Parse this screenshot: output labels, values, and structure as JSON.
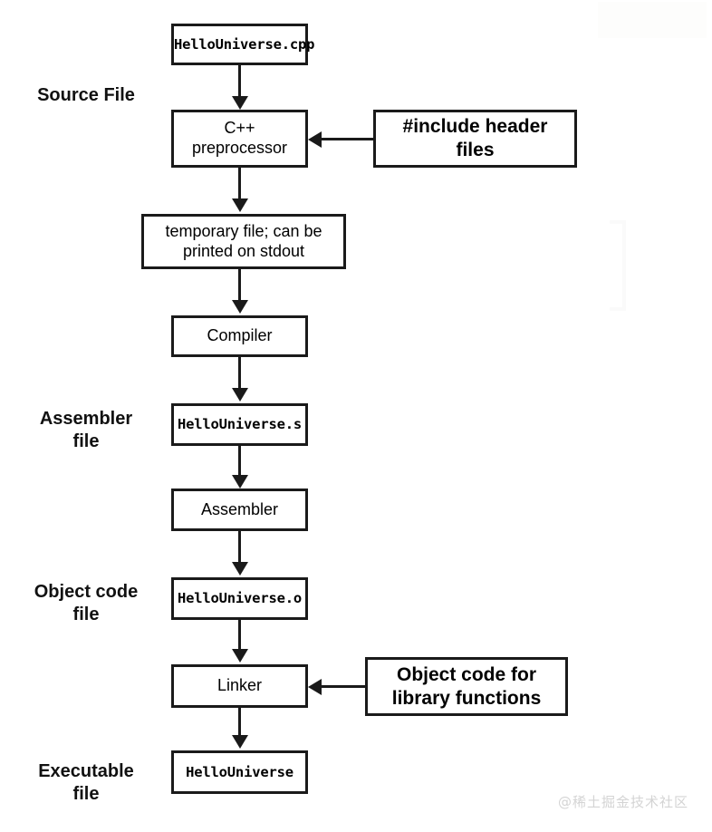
{
  "diagram": {
    "title_semantic": "cpp-compilation-pipeline",
    "stage_labels": [
      {
        "id": "source-file",
        "text": "Source File"
      },
      {
        "id": "assembler-file",
        "text": "Assembler\nfile"
      },
      {
        "id": "object-code-file",
        "text": "Object code\nfile"
      },
      {
        "id": "executable-file",
        "text": "Executable\nfile"
      }
    ],
    "nodes": [
      {
        "id": "hellouniverse-cpp",
        "text": "HelloUniverse.cpp",
        "kind": "file"
      },
      {
        "id": "cpp-preprocessor",
        "text": "C++\npreprocessor",
        "kind": "process"
      },
      {
        "id": "include-header-files",
        "text": "#include header\nfiles",
        "kind": "annotation"
      },
      {
        "id": "temporary-file",
        "text": "temporary file; can be\nprinted on stdout",
        "kind": "process"
      },
      {
        "id": "compiler",
        "text": "Compiler",
        "kind": "process"
      },
      {
        "id": "hellouniverse-s",
        "text": "HelloUniverse.s",
        "kind": "file"
      },
      {
        "id": "assembler",
        "text": "Assembler",
        "kind": "process"
      },
      {
        "id": "hellouniverse-o",
        "text": "HelloUniverse.o",
        "kind": "file"
      },
      {
        "id": "linker",
        "text": "Linker",
        "kind": "process"
      },
      {
        "id": "library-object-code",
        "text": "Object code for\nlibrary functions",
        "kind": "annotation"
      },
      {
        "id": "hellouniverse-exe",
        "text": "HelloUniverse",
        "kind": "file"
      }
    ],
    "edges": [
      {
        "from": "hellouniverse-cpp",
        "to": "cpp-preprocessor",
        "direction": "down"
      },
      {
        "from": "include-header-files",
        "to": "cpp-preprocessor",
        "direction": "left"
      },
      {
        "from": "cpp-preprocessor",
        "to": "temporary-file",
        "direction": "down"
      },
      {
        "from": "temporary-file",
        "to": "compiler",
        "direction": "down"
      },
      {
        "from": "compiler",
        "to": "hellouniverse-s",
        "direction": "down"
      },
      {
        "from": "hellouniverse-s",
        "to": "assembler",
        "direction": "down"
      },
      {
        "from": "assembler",
        "to": "hellouniverse-o",
        "direction": "down"
      },
      {
        "from": "hellouniverse-o",
        "to": "linker",
        "direction": "down"
      },
      {
        "from": "library-object-code",
        "to": "linker",
        "direction": "left"
      },
      {
        "from": "linker",
        "to": "hellouniverse-exe",
        "direction": "down"
      }
    ],
    "colors": {
      "stroke": "#1a1a1a",
      "fill": "#ffffff",
      "text": "#000000",
      "watermark": "#d4d4d4"
    }
  },
  "watermark": {
    "text": "@稀土掘金技术社区"
  }
}
